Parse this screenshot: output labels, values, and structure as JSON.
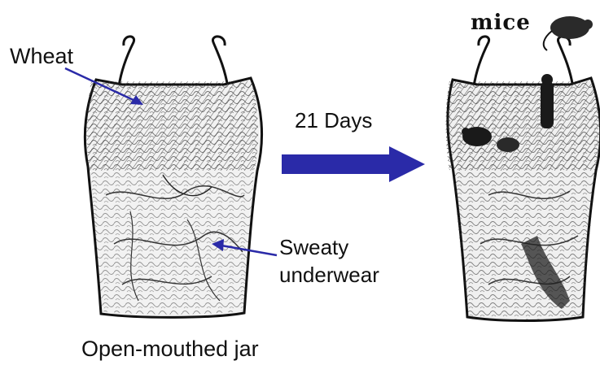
{
  "labels": {
    "wheat": "Wheat",
    "days": "21 Days",
    "sweat_line1": "Sweaty",
    "sweat_line2": "underwear",
    "jar": "Open-mouthed jar",
    "mice": "mice"
  },
  "colors": {
    "arrow": "#2a2aa8",
    "ink": "#111111",
    "background": "#ffffff"
  }
}
